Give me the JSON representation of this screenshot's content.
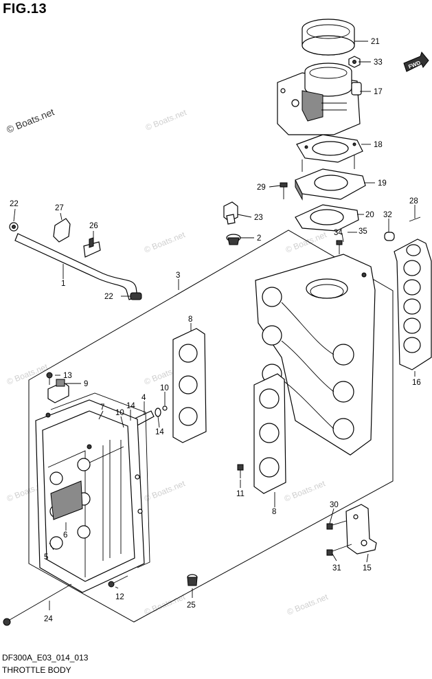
{
  "header": {
    "fig": "FIG.13"
  },
  "footer": {
    "code": "DF300A_E03_014_013",
    "name": "THROTTLE BODY"
  },
  "watermark": {
    "text": "© Boats.net"
  },
  "fwd_label": "FWD",
  "parts": {
    "p1": "1",
    "p2": "2",
    "p3": "3",
    "p4": "4",
    "p5": "5",
    "p6": "6",
    "p7": "7",
    "p8a": "8",
    "p8b": "8",
    "p9": "9",
    "p10a": "10",
    "p10b": "10",
    "p11": "11",
    "p12": "12",
    "p13": "13",
    "p14a": "14",
    "p14b": "14",
    "p15": "15",
    "p16": "16",
    "p17": "17",
    "p18": "18",
    "p19": "19",
    "p20": "20",
    "p21": "21",
    "p22a": "22",
    "p22b": "22",
    "p23": "23",
    "p24": "24",
    "p25": "25",
    "p26": "26",
    "p27": "27",
    "p28": "28",
    "p29": "29",
    "p30": "30",
    "p31": "31",
    "p32": "32",
    "p33": "33",
    "p34": "34",
    "p35": "35"
  }
}
